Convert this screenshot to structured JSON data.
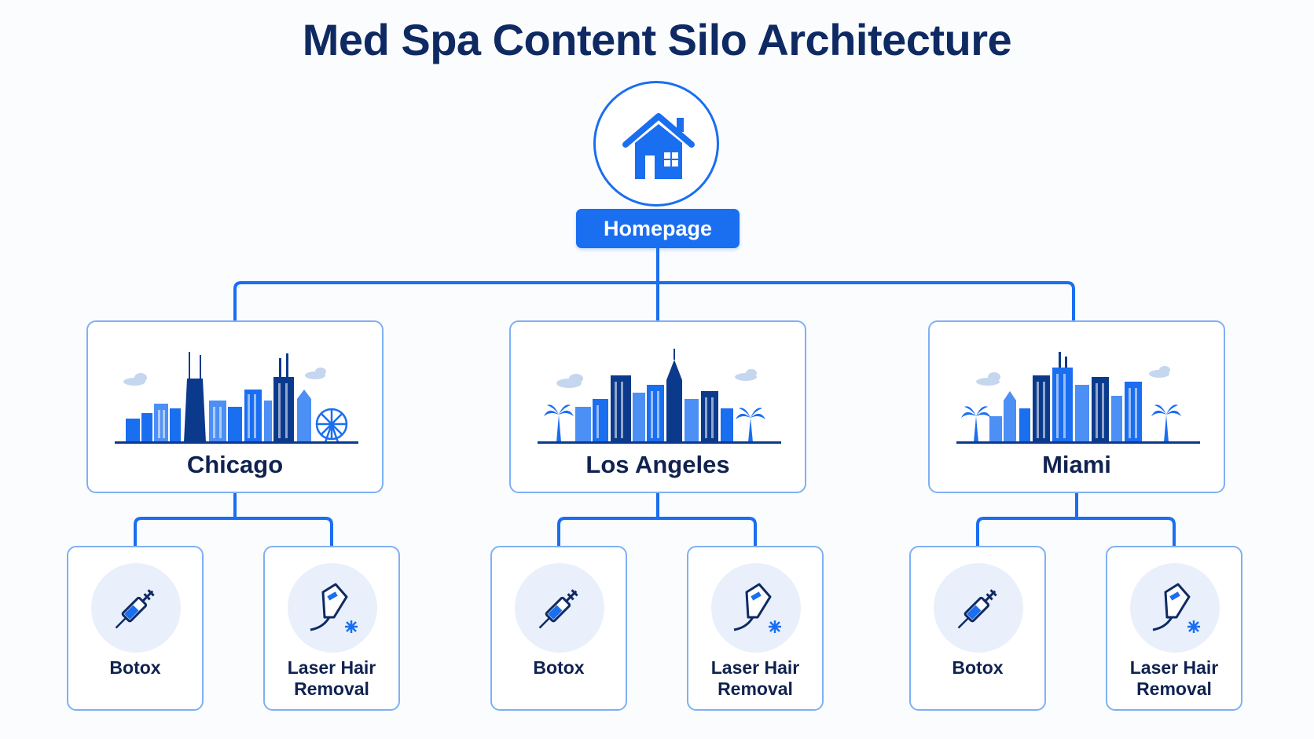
{
  "title": "Med Spa Content Silo Architecture",
  "root": {
    "label": "Homepage",
    "icon": "house-icon"
  },
  "cities": [
    {
      "name": "Chicago",
      "icon": "chicago-skyline-icon",
      "services": [
        {
          "label": "Botox",
          "icon": "syringe-icon"
        },
        {
          "label": "Laser Hair Removal",
          "icon": "laser-device-icon"
        }
      ]
    },
    {
      "name": "Los Angeles",
      "icon": "los-angeles-skyline-icon",
      "services": [
        {
          "label": "Botox",
          "icon": "syringe-icon"
        },
        {
          "label": "Laser Hair Removal",
          "icon": "laser-device-icon"
        }
      ]
    },
    {
      "name": "Miami",
      "icon": "miami-skyline-icon",
      "services": [
        {
          "label": "Botox",
          "icon": "syringe-icon"
        },
        {
          "label": "Laser Hair Removal",
          "icon": "laser-device-icon"
        }
      ]
    }
  ],
  "colors": {
    "accent": "#1a6ef0",
    "title": "#0f2a63",
    "border": "#7fb0f4",
    "icon_bg": "#e9f0fb"
  }
}
